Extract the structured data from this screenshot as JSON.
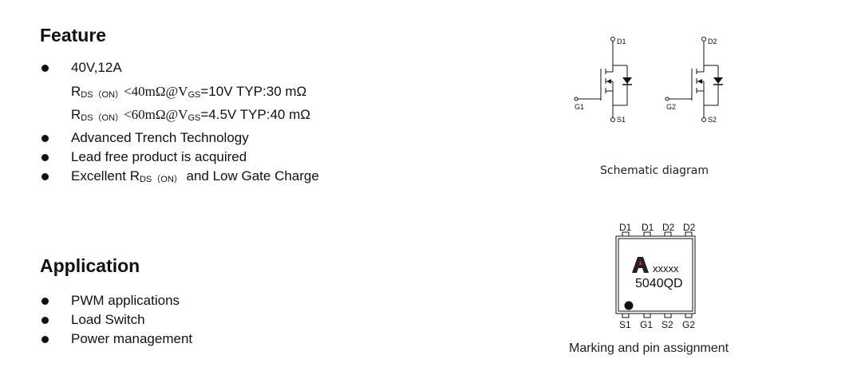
{
  "feature": {
    "heading": "Feature",
    "bullets": [
      "40V,12A",
      "Advanced Trench Technology",
      "Lead free product is acquired"
    ],
    "rds_line1": {
      "r": "R",
      "sub_ds": "DS（ON）",
      "cond": "<40mΩ@V",
      "sub_gs": "GS",
      "rest": "=10V   TYP:30 mΩ"
    },
    "rds_line2": {
      "r": "R",
      "sub_ds": "DS（ON）",
      "cond": "<60mΩ@V",
      "sub_gs": "GS",
      "rest": "=4.5V   TYP:40 mΩ"
    },
    "last_bullet": {
      "pre": "Excellent R",
      "sub": "DS（ON）",
      "post": " and Low Gate Charge"
    }
  },
  "application": {
    "heading": "Application",
    "bullets": [
      "PWM applications",
      "Load Switch",
      "Power management"
    ]
  },
  "schematic": {
    "caption": "Schematic diagram",
    "labels": {
      "d1": "D1",
      "d2": "D2",
      "g1": "G1",
      "g2": "G2",
      "s1": "S1",
      "s2": "S2"
    }
  },
  "package": {
    "caption": "Marking and pin assignment",
    "top_pins": [
      "D1",
      "D1",
      "D2",
      "D2"
    ],
    "bottom_pins": [
      "S1",
      "G1",
      "S2",
      "G2"
    ],
    "logo_letter": "A",
    "lot_code": "xxxxx",
    "part_number": "5040QD"
  }
}
